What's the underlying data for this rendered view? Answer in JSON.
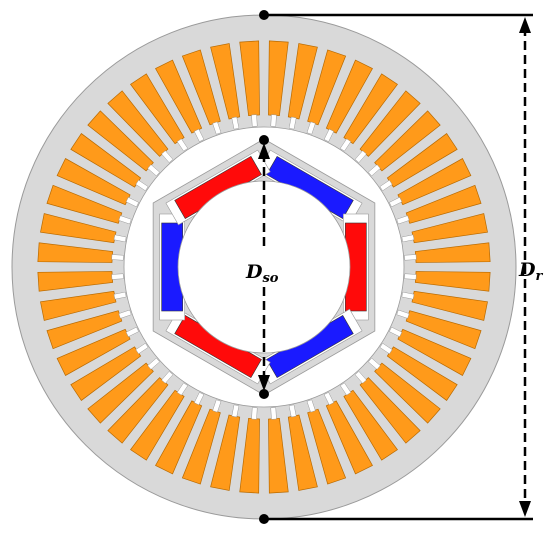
{
  "labels": {
    "dso_main": "D",
    "dso_sub": "so",
    "dr_main": "D",
    "dr_sub": "r"
  },
  "machine": {
    "stator_slots": 48,
    "rotor_poles": 6,
    "pole_polarities": [
      "blue",
      "red",
      "blue",
      "red",
      "blue",
      "red"
    ]
  },
  "colors": {
    "lamination": "#d9d9d9",
    "lamination_edge": "#9a9a9a",
    "winding": "#ff9a1a",
    "winding_edge": "#b86a00",
    "magnet_red": "#ff0a0a",
    "magnet_blue": "#1a1aff",
    "dimension": "#000000",
    "background": "#ffffff"
  }
}
